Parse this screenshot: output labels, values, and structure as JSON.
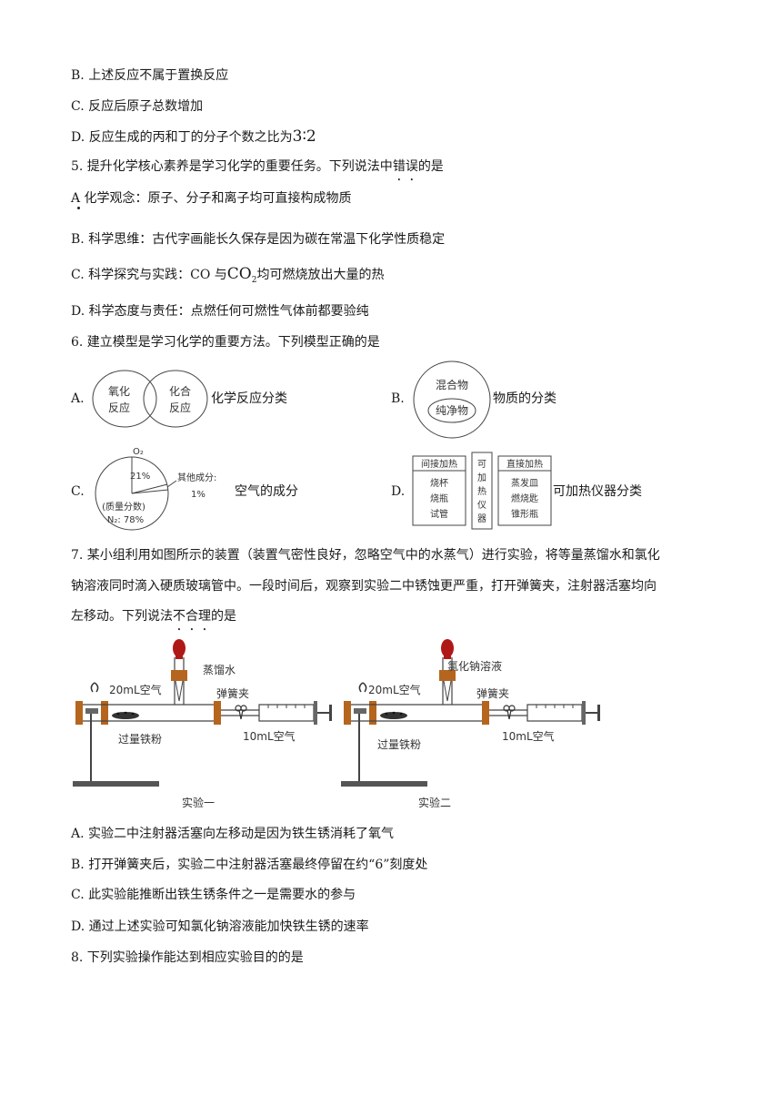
{
  "q4_options": {
    "B": "B. 上述反应不属于置换反应",
    "C": "C. 反应后原子总数增加",
    "D_prefix": "D. 反应生成的丙和丁的分子个数之比为",
    "D_ratio": "3∶2"
  },
  "q5": {
    "stem_prefix": "5. 提升化学核心素养是学习化学的重要任务。下列说法中",
    "stem_emph": "错误",
    "stem_suffix": "的是",
    "A": "A  化学观念：原子、分子和离子均可直接构成物质",
    "B": "B. 科学思维：古代字画能长久保存是因为碳在常温下化学性质稳定",
    "C_prefix": "C. 科学探究与实践：CO 与",
    "C_formula": "CO",
    "C_sub": "2",
    "C_suffix": "均可燃烧放出大量的热",
    "D": "D. 科学态度与责任：点燃任何可燃性气体前都要验纯"
  },
  "q6": {
    "stem": "6. 建立模型是学习化学的重要方法。下列模型正确的是",
    "A": {
      "label": "A.",
      "circle1": [
        "氧化",
        "反应"
      ],
      "circle2": [
        "化合",
        "反应"
      ],
      "caption": "化学反应分类"
    },
    "B": {
      "label": "B.",
      "outer": "混合物",
      "inner": "纯净物",
      "caption": "物质的分类"
    },
    "C": {
      "label": "C.",
      "o2": "O₂",
      "o2_pct": "21%",
      "other": "其他成分:",
      "other_pct": "1%",
      "mass": "(质量分数)",
      "n2": "N₂: 78%",
      "caption": "空气的成分"
    },
    "D": {
      "label": "D.",
      "left_header": "间接加热",
      "left_items": [
        "烧杯",
        "烧瓶",
        "试管"
      ],
      "middle": [
        "可",
        "加",
        "热",
        "仪",
        "器"
      ],
      "right_header": "直接加热",
      "right_items": [
        "蒸发皿",
        "燃烧匙",
        "锥形瓶"
      ],
      "caption": "可加热仪器分类"
    }
  },
  "q7": {
    "stem_line1": "7. 某小组利用如图所示的装置（装置气密性良好，忽略空气中的水蒸气）进行实验，将等量蒸馏水和氯化",
    "stem_line2": "钠溶液同时滴入硬质玻璃管中。一段时间后，观察到实验二中锈蚀更严重，打开弹簧夹，注射器活塞均向",
    "stem_line3_prefix": "左移动。下列说法",
    "stem_emph": "不合理",
    "stem_line3_suffix": "的是",
    "exp1": {
      "liquid": "蒸馏水",
      "air20": "20mL空气",
      "clip": "弹簧夹",
      "iron": "过量铁粉",
      "air10": "10mL空气",
      "title": "实验一"
    },
    "exp2": {
      "liquid": "氯化钠溶液",
      "air20": "20mL空气",
      "clip": "弹簧夹",
      "iron": "过量铁粉",
      "air10": "10mL空气",
      "title": "实验二"
    },
    "A": "A. 实验二中注射器活塞向左移动是因为铁生锈消耗了氧气",
    "B": "B. 打开弹簧夹后，实验二中注射器活塞最终停留在约“6”刻度处",
    "C": "C. 此实验能推断出铁生锈条件之一是需要水的参与",
    "D": "D. 通过上述实验可知氯化钠溶液能加快铁生锈的速率"
  },
  "q8": {
    "stem": "8. 下列实验操作能达到相应实验目的的是"
  }
}
